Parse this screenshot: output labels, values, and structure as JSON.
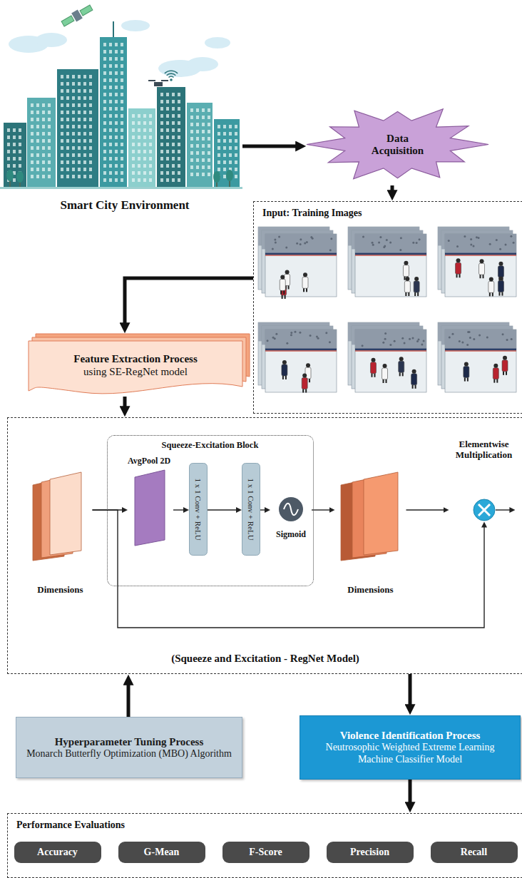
{
  "diagram": {
    "nodes": [
      {
        "text": [
          "Smart City Environment"
        ]
      },
      {
        "text": [
          "Data Acquisition"
        ]
      },
      {
        "text": [
          "Input: Training Images"
        ]
      },
      {
        "text": [
          "Feature Extraction Process",
          "using SE-RegNet model"
        ]
      },
      {
        "text": [
          "(Squeeze and Excitation - RegNet Model)"
        ]
      },
      {
        "text": [
          "Dimensions"
        ],
        "in": 4
      },
      {
        "text": [
          "Squeeze-Excitation Block"
        ],
        "in": 4
      },
      {
        "text": [
          "AvgPool 2D"
        ],
        "in": 6
      },
      {
        "text": [
          "1 x 1 Conv + ReLU"
        ],
        "in": 6
      },
      {
        "text": [
          "1 x 1 Conv + ReLU"
        ],
        "in": 6
      },
      {
        "text": [
          "Sigmoid"
        ],
        "in": 6
      },
      {
        "text": [
          "Dimensions"
        ],
        "in": 4
      },
      {
        "text": [
          "Elementwise Multiplication"
        ],
        "in": 4
      },
      {
        "text": [
          "Hyperparameter Tuning Process",
          "Monarch Butterfly Optimization (MBO) Algorithm"
        ]
      },
      {
        "text": [
          "Violence Identification Process",
          "Neutrosophic Weighted Extreme Learning Machine Classifier Model"
        ]
      },
      {
        "text": [
          "Performance Evaluations"
        ]
      },
      {
        "text": [
          "Accuracy"
        ],
        "in": 15
      },
      {
        "text": [
          "G-Mean"
        ],
        "in": 15
      },
      {
        "text": [
          "F-Score"
        ],
        "in": 15
      },
      {
        "text": [
          "Precision"
        ],
        "in": 15
      },
      {
        "text": [
          "Recall"
        ],
        "in": 15
      }
    ],
    "edges": [
      {
        "from": 0,
        "to": 1,
        "arrow": "to"
      },
      {
        "from": 1,
        "to": 2,
        "arrow": "to"
      },
      {
        "from": 2,
        "to": 3,
        "arrow": "to"
      },
      {
        "from": 3,
        "to": 4,
        "arrow": "to"
      },
      {
        "from": 5,
        "to": 7,
        "arrow": "to"
      },
      {
        "from": 7,
        "to": 8,
        "arrow": "to"
      },
      {
        "from": 8,
        "to": 9,
        "arrow": "to"
      },
      {
        "from": 9,
        "to": 10,
        "arrow": "to"
      },
      {
        "from": 10,
        "to": 11,
        "arrow": "to"
      },
      {
        "from": 11,
        "to": 12,
        "arrow": "to"
      },
      {
        "from": 5,
        "to": 12,
        "arrow": "to"
      },
      {
        "from": 13,
        "to": 4,
        "arrow": "to"
      },
      {
        "from": 4,
        "to": 14,
        "arrow": "to"
      },
      {
        "from": 14,
        "to": 15,
        "arrow": "to"
      }
    ]
  }
}
